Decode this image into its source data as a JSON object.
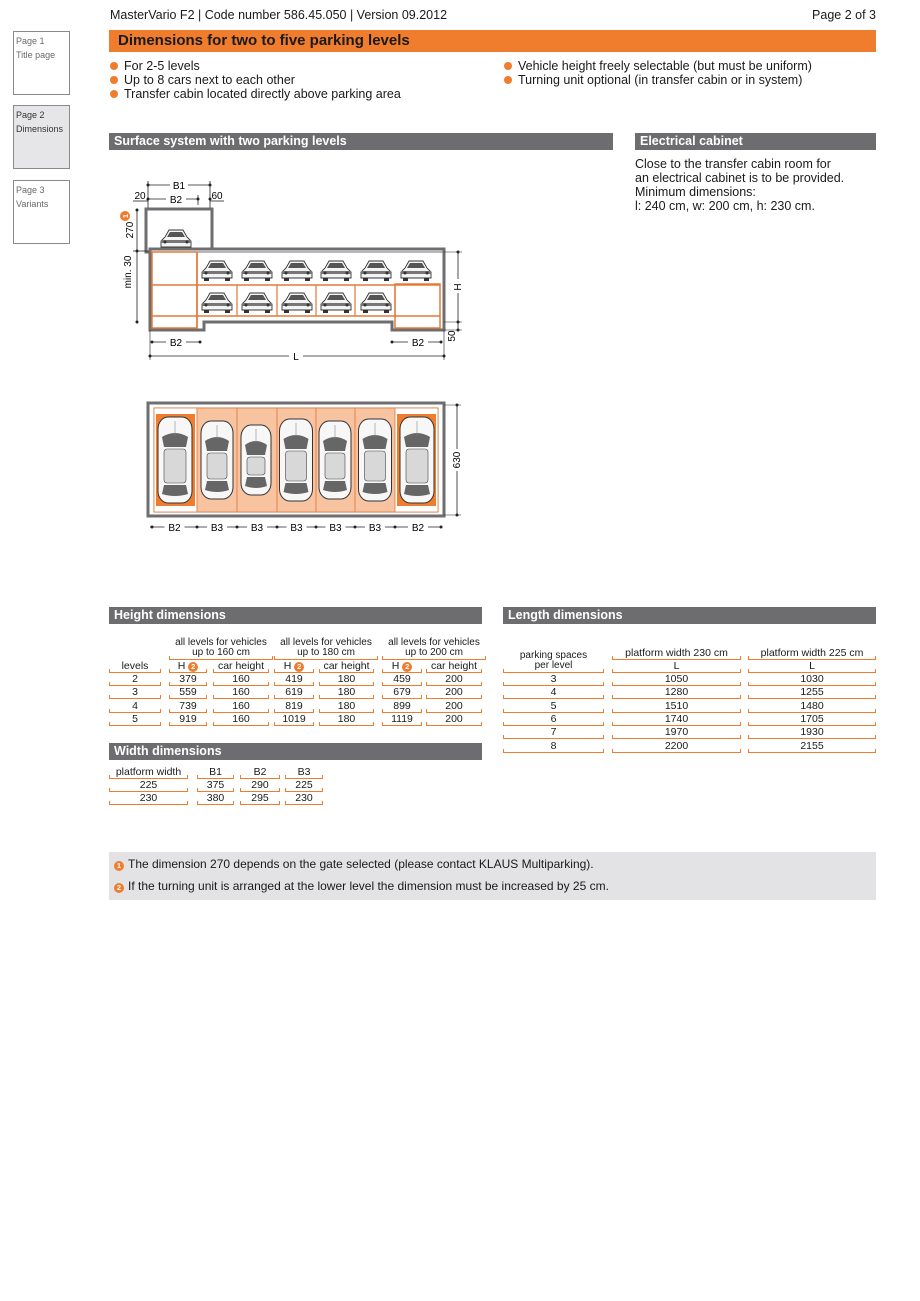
{
  "header": {
    "left": "MasterVario F2 | Code number 586.45.050 | Version 09.2012",
    "right": "Page 2 of 3"
  },
  "tabs": [
    {
      "page": "Page 1",
      "name": "Title page"
    },
    {
      "page": "Page 2",
      "name": "Dimensions"
    },
    {
      "page": "Page 3",
      "name": "Variants"
    }
  ],
  "title": "Dimensions for two to five parking levels",
  "bullets_left": [
    "For 2-5 levels",
    "Up to 8 cars next to each other",
    "Transfer cabin located directly above parking area"
  ],
  "bullets_right": [
    "Vehicle height freely selectable (but must be uniform)",
    "Turning unit optional (in transfer cabin or in system)"
  ],
  "surface_heading": "Surface system with two parking levels",
  "electrical": {
    "heading": "Electrical cabinet",
    "lines": [
      "Close to the transfer cabin room for",
      "an electrical cabinet is to be provided.",
      "Minimum dimensions:",
      "l: 240 cm, w: 200 cm, h: 230 cm."
    ]
  },
  "drawing": {
    "b1": "B1",
    "b2": "B2",
    "b3": "B3",
    "l": "L",
    "h": "H",
    "d20": "20",
    "d60": "60",
    "d270": "270",
    "dmin30": "min. 30",
    "d50": "50",
    "d630": "630",
    "badge1": "1"
  },
  "height": {
    "heading": "Height dimensions",
    "levels_label": "levels",
    "groups": [
      {
        "line1": "all levels for vehicles",
        "line2": "up to 160 cm"
      },
      {
        "line1": "all levels for vehicles",
        "line2": "up to 180 cm"
      },
      {
        "line1": "all levels for vehicles",
        "line2": "up to 200 cm"
      }
    ],
    "h_label": "H",
    "car_height_label": "car height",
    "badge": "2",
    "rows": [
      [
        "2",
        "379",
        "160",
        "419",
        "180",
        "459",
        "200"
      ],
      [
        "3",
        "559",
        "160",
        "619",
        "180",
        "679",
        "200"
      ],
      [
        "4",
        "739",
        "160",
        "819",
        "180",
        "899",
        "200"
      ],
      [
        "5",
        "919",
        "160",
        "1019",
        "180",
        "1119",
        "200"
      ]
    ]
  },
  "width": {
    "heading": "Width dimensions",
    "headers": [
      "platform width",
      "B1",
      "B2",
      "B3"
    ],
    "rows": [
      [
        "225",
        "375",
        "290",
        "225"
      ],
      [
        "230",
        "380",
        "295",
        "230"
      ]
    ]
  },
  "length": {
    "heading": "Length dimensions",
    "col1_line1": "parking spaces",
    "col1_line2": "per level",
    "col2": "platform width 230 cm",
    "col3": "platform width 225 cm",
    "l_label": "L",
    "rows": [
      [
        "3",
        "1050",
        "1030"
      ],
      [
        "4",
        "1280",
        "1255"
      ],
      [
        "5",
        "1510",
        "1480"
      ],
      [
        "6",
        "1740",
        "1705"
      ],
      [
        "7",
        "1970",
        "1930"
      ],
      [
        "8",
        "2200",
        "2155"
      ]
    ]
  },
  "notes": [
    {
      "badge": "1",
      "text": "The dimension 270 depends on the gate selected (please contact KLAUS Multiparking)."
    },
    {
      "badge": "2",
      "text": "If the turning unit is arranged at the lower level the dimension must be increased by 25 cm."
    }
  ],
  "colors": {
    "accent": "#f07c2e",
    "light_orange": "#f7c3a0",
    "gray": "#6d6d70"
  }
}
